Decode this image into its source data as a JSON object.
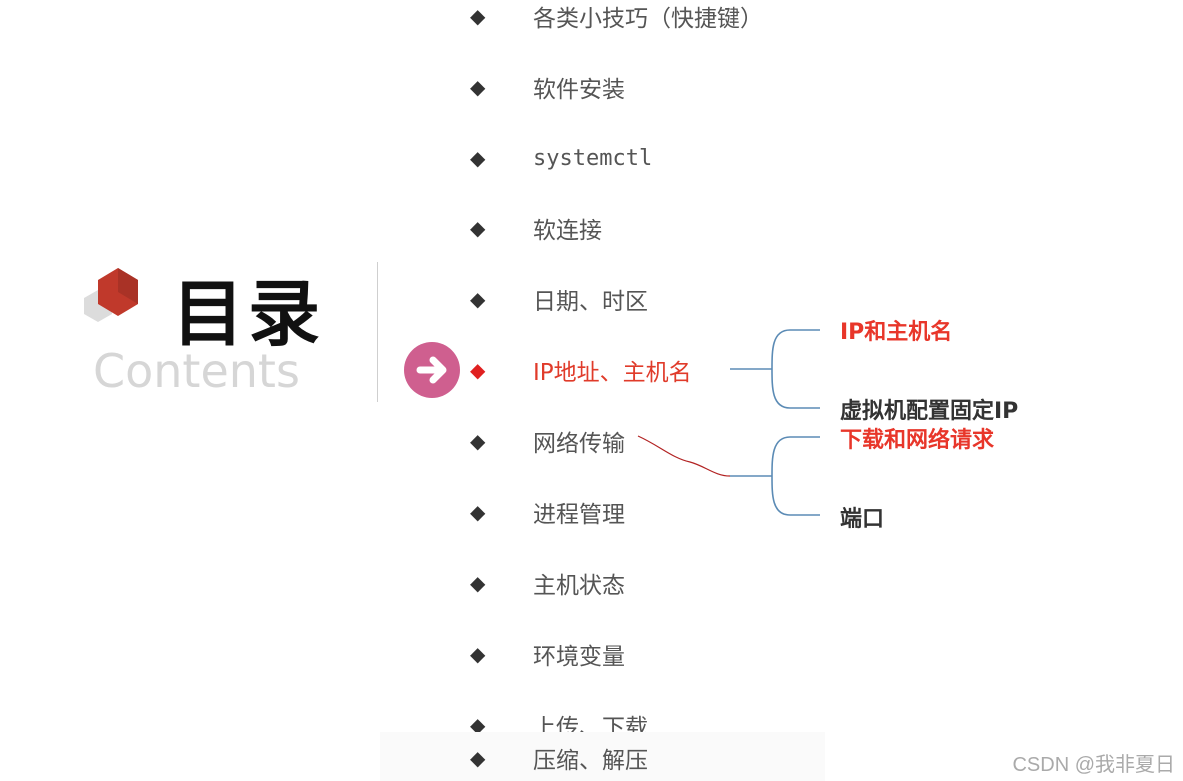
{
  "title": {
    "zh": "目录",
    "en": "Contents"
  },
  "menu": [
    {
      "label": "各类小技巧（快捷键）",
      "active": false
    },
    {
      "label": "软件安装",
      "active": false
    },
    {
      "label": "systemctl",
      "active": false,
      "mono": true
    },
    {
      "label": "软连接",
      "active": false
    },
    {
      "label": "日期、时区",
      "active": false
    },
    {
      "label": "IP地址、主机名",
      "active": true
    },
    {
      "label": "网络传输",
      "active": false
    },
    {
      "label": "进程管理",
      "active": false
    },
    {
      "label": "主机状态",
      "active": false
    },
    {
      "label": "环境变量",
      "active": false
    },
    {
      "label": "上传、下载",
      "active": false
    },
    {
      "label": "压缩、解压",
      "active": false
    }
  ],
  "ip_branches": {
    "top": "IP和主机名",
    "bottom": "虚拟机配置固定IP"
  },
  "net_branches": {
    "top": "下载和网络请求",
    "bottom": "端口"
  },
  "watermark": "CSDN @我非夏日",
  "colors": {
    "accent": "#e8362a",
    "arrow": "#cf5f8f",
    "bullet": "#333333"
  },
  "icons": {
    "bullet": "◆",
    "arrow": "arrow-right-circle-icon"
  }
}
